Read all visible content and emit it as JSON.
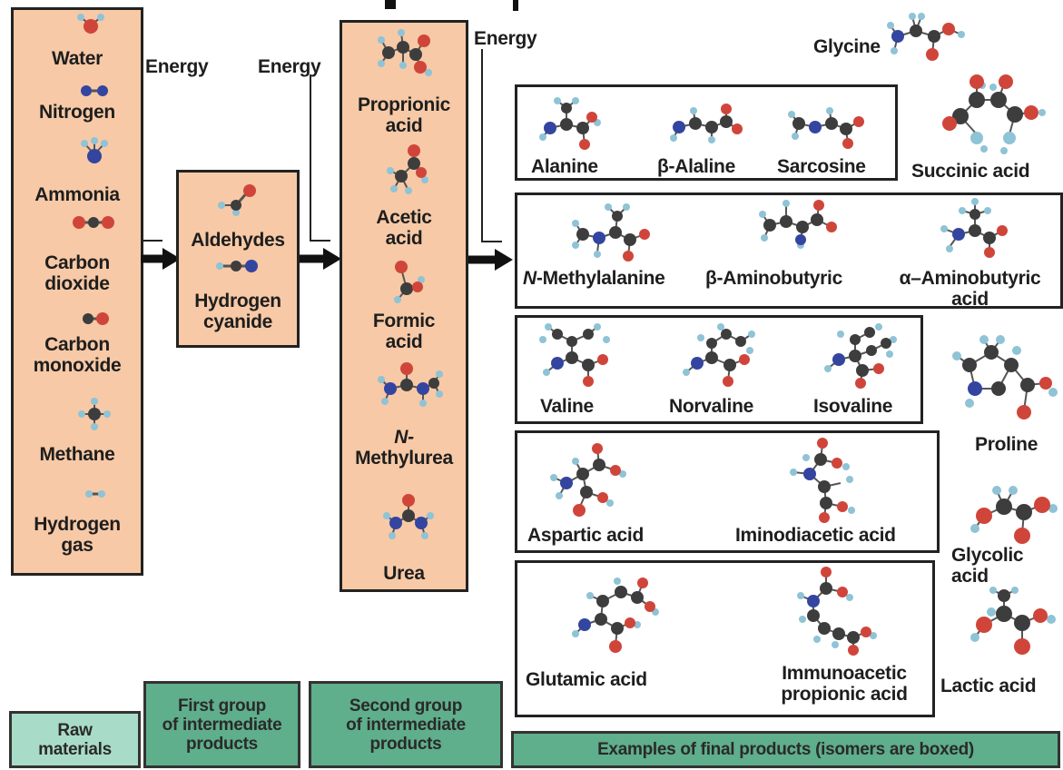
{
  "raw_materials": [
    {
      "id": "water",
      "label": "Water",
      "icon": "water-molecule-icon"
    },
    {
      "id": "nitrogen",
      "label": "Nitrogen",
      "icon": "nitrogen-molecule-icon"
    },
    {
      "id": "ammonia",
      "label": "Ammonia",
      "icon": "ammonia-molecule-icon"
    },
    {
      "id": "co2",
      "label": "Carbon\ndioxide",
      "icon": "carbon-dioxide-molecule-icon"
    },
    {
      "id": "co",
      "label": "Carbon\nmonoxide",
      "icon": "carbon-monoxide-molecule-icon"
    },
    {
      "id": "methane",
      "label": "Methane",
      "icon": "methane-molecule-icon"
    },
    {
      "id": "hydrogen",
      "label": "Hydrogen\ngas",
      "icon": "hydrogen-molecule-icon"
    }
  ],
  "first_group": [
    {
      "id": "aldehydes",
      "label": "Aldehydes",
      "icon": "aldehyde-molecule-icon"
    },
    {
      "id": "hcn",
      "label": "Hydrogen\ncyanide",
      "icon": "hydrogen-cyanide-molecule-icon"
    }
  ],
  "second_group": [
    {
      "id": "proprionic",
      "label": "Proprionic\nacid"
    },
    {
      "id": "acetic",
      "label": "Acetic\nacid"
    },
    {
      "id": "formic",
      "label": "Formic\nacid"
    },
    {
      "id": "methylurea",
      "label_italic": "N-",
      "label_rest": "Methylurea"
    },
    {
      "id": "urea",
      "label": "Urea"
    }
  ],
  "energy_label": "Energy",
  "final_products": {
    "glycine": "Glycine",
    "row1": [
      "Alanine",
      "β-Alaline",
      "Sarcosine"
    ],
    "succinic": "Succinic acid",
    "row2": {
      "n_italic": "N",
      "n_rest": "-Methylalanine",
      "b": "β-Aminobutyric",
      "a": "α–Aminobutyric\nacid"
    },
    "row3": [
      "Valine",
      "Norvaline",
      "Isovaline"
    ],
    "proline": "Proline",
    "row4": [
      "Aspartic acid",
      "Iminodiacetic acid"
    ],
    "glycolic": "Glycolic\nacid",
    "row5": [
      "Glutamic acid",
      "Immunoacetic\npropionic acid"
    ],
    "lactic": "Lactic acid"
  },
  "legend": {
    "raw": "Raw\nmaterials",
    "first": "First group\nof intermediate\nproducts",
    "second": "Second group\nof intermediate\nproducts",
    "final": "Examples of final products (isomers are boxed)"
  },
  "colors": {
    "box_fill": "#f7c9a6",
    "legend_light": "#a9dcc8",
    "legend_dark": "#5fae8c",
    "atom_carbon": "#3d3d3d",
    "atom_oxygen": "#d0453a",
    "atom_nitrogen": "#3445a0",
    "atom_hydrogen": "#8fc3d6"
  }
}
